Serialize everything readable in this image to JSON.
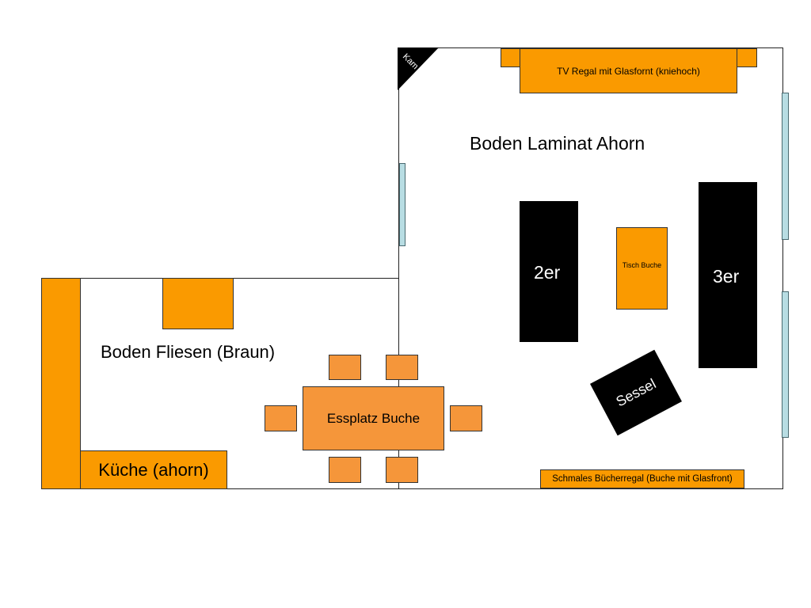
{
  "living_room": {
    "floor_label": "Boden Laminat Ahorn",
    "fireplace_label": "Kam",
    "tv_shelf_label": "TV Regal mit Glasfornt (kniehoch)",
    "sofa_2_label": "2er",
    "sofa_3_label": "3er",
    "table_label": "Tisch Buche",
    "armchair_label": "Sessel",
    "bookshelf_label": "Schmales Bücherregal (Buche mit Glasfront)"
  },
  "kitchen_area": {
    "floor_label": "Boden Fliesen (Braun)",
    "kitchen_label": "Küche (ahorn)",
    "dining_label": "Essplatz Buche"
  },
  "colors": {
    "furniture_orange": "#fa9a00",
    "dining_orange": "#f5963a",
    "sofa_black": "#000000",
    "window_blue": "#b8dde3"
  }
}
